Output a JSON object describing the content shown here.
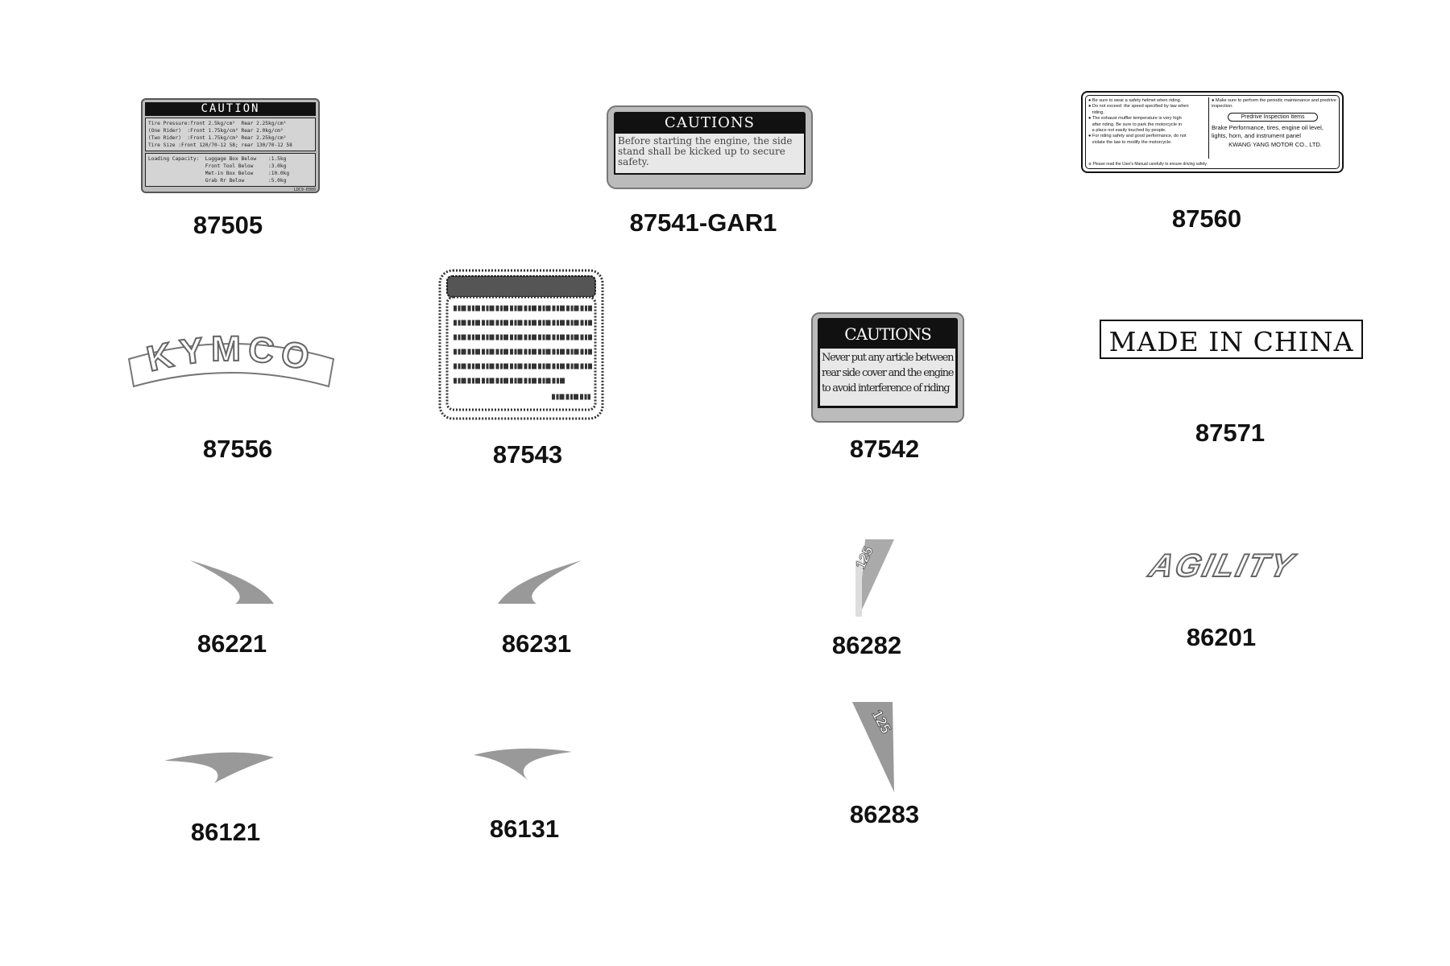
{
  "parts": {
    "p87505": "87505",
    "p87541": "87541-GAR1",
    "p87560": "87560",
    "p87556": "87556",
    "p87543": "87543",
    "p87542": "87542",
    "p87571": "87571",
    "p86221": "86221",
    "p86231": "86231",
    "p86282": "86282",
    "p86201": "86201",
    "p86121": "86121",
    "p86131": "86131",
    "p86283": "86283"
  },
  "label_87505": {
    "header": "CAUTION",
    "pressure": "Tire Pressure:front 2.5kg/cm²  Rear 2.25kg/cm²\n(One Rider)  :Front 1.75kg/cm² Rear 2.0kg/cm²\n(Two Rider)  :Front 1.75kg/cm² Rear 2.25kg/cm²\nTire Size :Front 120/70-12 58; rear 130/70-12 58",
    "loading": "Loading Capacity:  Luggage Box Below    :1.5kg\n                   Front Tool Below     :3.0kg\n                   Met-in Box Below     :10.0kg\n                   Grab Rr Below        :5.0kg",
    "code": "LDC9-E000"
  },
  "label_87541": {
    "header": "CAUTIONS",
    "body": "Before starting the engine, the side stand shall be kicked up to secure safety."
  },
  "label_87560": {
    "left": "● Be sure to wear a safety helmet when riding.\n● Do not exceed  the speed specified by law when\n   riding.\n● The exhaust muffler temperature is very high\n   after riding. Be sure to park the motorcycle in\n   a place not easily touched by people.\n● For riding safety and good performance, do not\n   violate the law to modify the motorcycle.",
    "right_top": "● Make sure to perform the periodic maintenance and predrive inspection.",
    "pill": "Predrive Inspection Items",
    "brake": "Brake Performance, tires, engine oil level, lights, horn, and instrument panel",
    "maker": "KWANG YANG MOTOR CO., LTD.",
    "foot": "※ Please read the User's Manual carefully to ensure driving safety."
  },
  "label_87542": {
    "header": "CAUTIONS",
    "body": "Never put any article between the\nrear side cover and the engine\nto avoid interference of riding"
  },
  "kymco_text": "KYMCO",
  "made_in_china": "MADE IN CHINA",
  "agility_text": "AGILITY",
  "sticker_text_125": "125"
}
